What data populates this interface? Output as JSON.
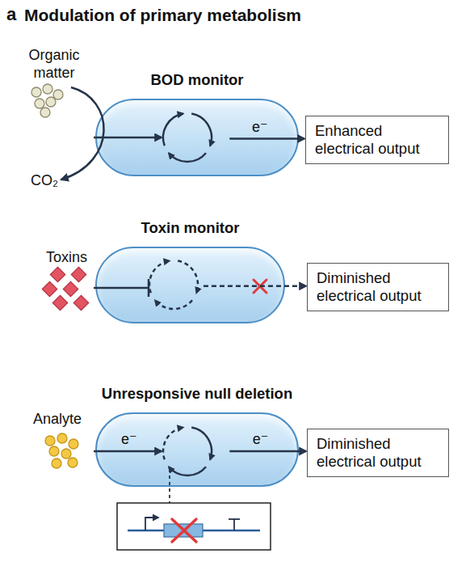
{
  "diagram": {
    "title": "Modulation of primary metabolism",
    "nodes": [
      {
        "text": [
          "BOD monitor"
        ]
      },
      {
        "text": [
          "Enhanced electrical output"
        ]
      },
      {
        "text": [
          "Toxin monitor"
        ]
      },
      {
        "text": [
          "Diminished electrical output"
        ]
      },
      {
        "text": [
          "Unresponsive null deletion"
        ]
      },
      {
        "text": [
          "Diminished electrical output"
        ]
      }
    ],
    "edges": [
      {
        "from": 0,
        "to": 1,
        "arrow": "to",
        "label": "e⁻"
      },
      {
        "from": 2,
        "to": 3,
        "arrow": "to"
      },
      {
        "from": 4,
        "to": 5,
        "arrow": "to",
        "label": "e⁻"
      }
    ],
    "labels": [
      "a",
      "Organic matter",
      "CO₂",
      "Toxins",
      "Analyte",
      "e⁻"
    ]
  }
}
